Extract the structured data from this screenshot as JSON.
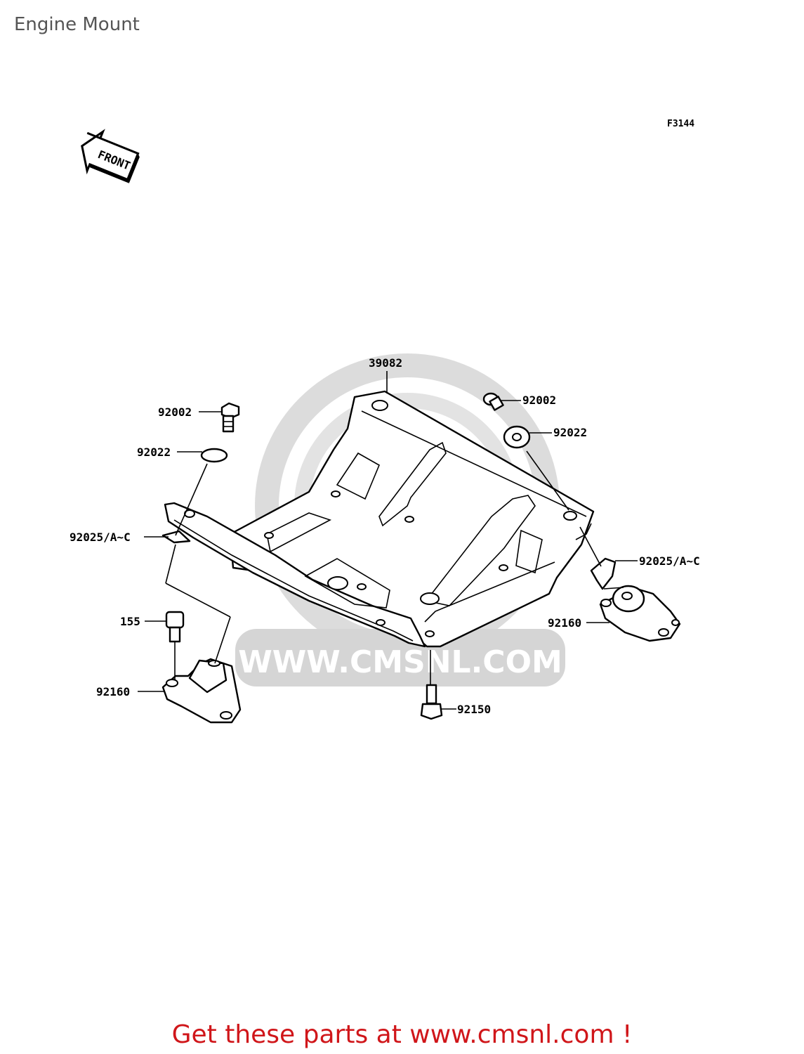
{
  "page": {
    "title": "Engine Mount",
    "footer": "Get these parts at www.cmsnl.com !"
  },
  "diagram": {
    "figure_code": "F3144",
    "front_marker": "FRONT",
    "watermark": "WWW.CMSNL.COM",
    "part_labels": {
      "frame": "39082",
      "bolt_left": "92002",
      "bolt_right": "92002",
      "washer_left": "92022",
      "washer_right": "92022",
      "shim_left": "92025/A~C",
      "shim_right": "92025/A~C",
      "bolt_155": "155",
      "mount_left": "92160",
      "mount_right": "92160",
      "bolt_bottom": "92150"
    }
  },
  "colors": {
    "title": "#555555",
    "footer": "#d0161a",
    "watermark": "#d9d9d9"
  }
}
